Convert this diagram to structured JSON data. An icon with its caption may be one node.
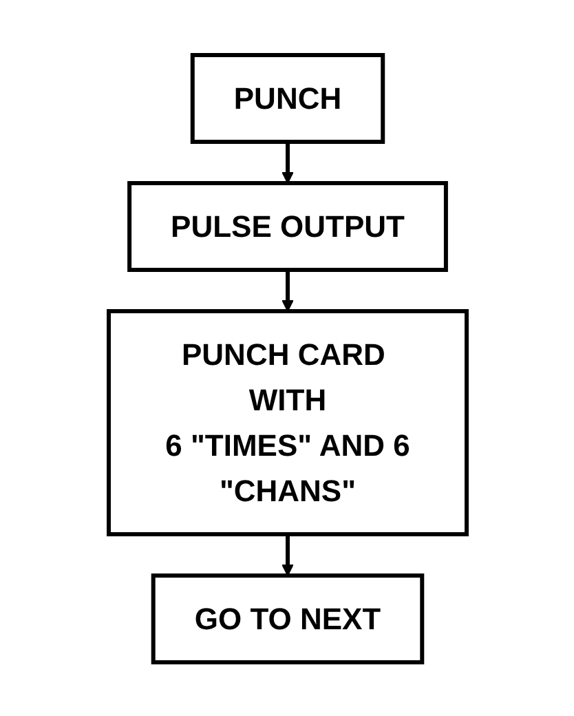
{
  "diagram": {
    "nodes": [
      {
        "text": [
          "PUNCH"
        ]
      },
      {
        "text": [
          "PULSE OUTPUT"
        ]
      },
      {
        "text": [
          "PUNCH CARD WITH 6 \"TIMES\" AND 6 \"CHANS\""
        ]
      },
      {
        "text": [
          "GO TO NEXT"
        ]
      }
    ],
    "edges": [
      {
        "from": 0,
        "to": 1,
        "arrow": "to"
      },
      {
        "from": 1,
        "to": 2,
        "arrow": "to"
      },
      {
        "from": 2,
        "to": 3,
        "arrow": "to"
      }
    ]
  }
}
